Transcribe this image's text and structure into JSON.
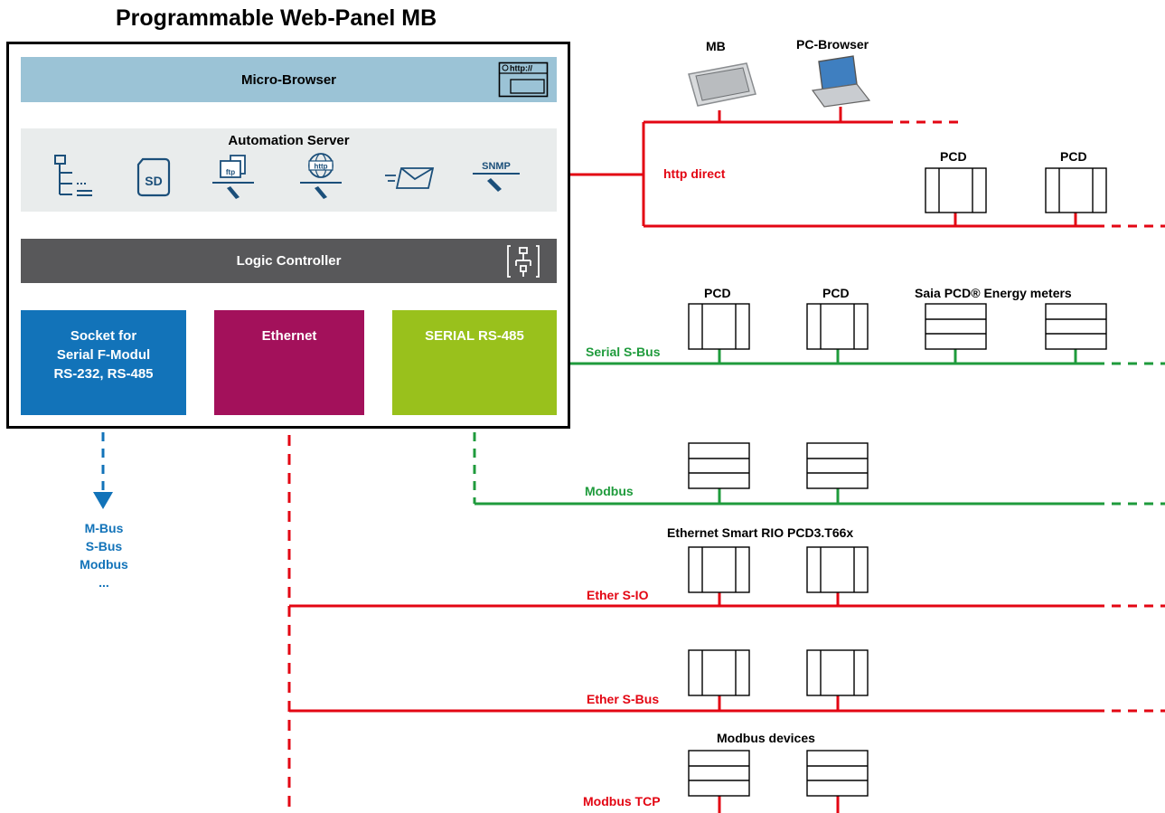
{
  "title": "Programmable Web-Panel MB",
  "layers": {
    "micro_browser": "Micro-Browser",
    "automation_server": "Automation Server",
    "logic_controller": "Logic Controller"
  },
  "icons": {
    "browser_badge": "http://",
    "sd": "SD",
    "ftp": "ftp",
    "http": "http",
    "snmp": "SNMP",
    "names": [
      "file-tree-icon",
      "sd-card-icon",
      "ftp-server-icon",
      "http-server-icon",
      "email-icon",
      "snmp-icon",
      "browser-window-icon",
      "flowchart-icon"
    ]
  },
  "interfaces": {
    "socket": [
      "Socket for",
      "Serial F-Modul",
      "RS-232, RS-485"
    ],
    "ethernet": "Ethernet",
    "serial": "SERIAL RS-485"
  },
  "socket_protocols": [
    "M-Bus",
    "S-Bus",
    "Modbus",
    "..."
  ],
  "networks": {
    "http_direct": "http direct",
    "serial_sbus": "Serial S-Bus",
    "modbus": "Modbus",
    "ether_sio": "Ether S-IO",
    "ether_sbus": "Ether S-Bus",
    "modbus_tcp": "Modbus TCP"
  },
  "devices": {
    "mb": "MB",
    "pc_browser": "PC-Browser",
    "pcd": "PCD",
    "energy_meters": "Saia PCD® Energy meters",
    "smart_rio": "Ethernet Smart RIO PCD3.T66x",
    "modbus_devices": "Modbus devices"
  },
  "colors": {
    "micro_browser": "#9bc3d6",
    "automation_server": "#e9ecec",
    "logic_controller": "#58585a",
    "socket": "#1273b9",
    "ethernet": "#a3115b",
    "serial": "#99c11c",
    "red_line": "#e30613",
    "green_line": "#1f9b3c",
    "icon_blue": "#1b4f7a"
  }
}
